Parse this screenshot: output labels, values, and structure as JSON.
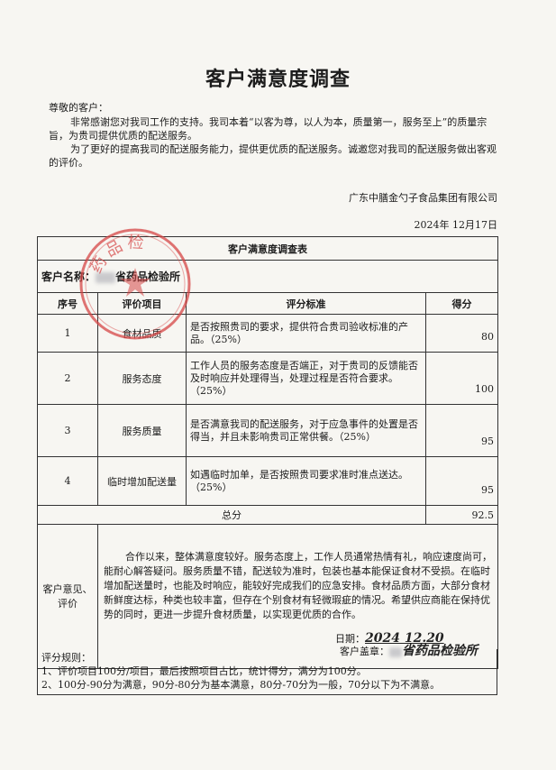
{
  "title": "客户满意度调查",
  "salutation": "尊敬的客户：",
  "intro_para1": "非常感谢您对我司工作的支持。我司本着“以客为尊，以人为本，质量第一，服务至上”的质量宗旨，为贵司提供优质的配送服务。",
  "intro_para2": "为了更好的提高我司的配送服务能力，提供更优质的配送服务。诚邀您对我司的配送服务做出客观的评价。",
  "company": "广东中膳金勺子食品集团有限公司",
  "date": "2024年  12月17日",
  "seal_text": "药品检",
  "table": {
    "caption": "客户满意度调查表",
    "customer_label": "客户名称：",
    "customer_name_visible": "省药品检验所",
    "headers": {
      "no": "序号",
      "item": "评价项目",
      "criteria": "评分标准",
      "score": "得分"
    },
    "rows": [
      {
        "no": "1",
        "item": "食材品质",
        "criteria": "是否按照贵司的要求，提供符合贵司验收标准的产品。（25%）",
        "score": "80"
      },
      {
        "no": "2",
        "item": "服务态度",
        "criteria": "工作人员的服务态度是否端正，对于贵司的反馈能否及时响应并处理得当，处理过程是否符合要求。（25%）",
        "score": "100"
      },
      {
        "no": "3",
        "item": "服务质量",
        "criteria": "是否满意我司的配送服务，对于应急事件的处置是否得当，并且未影响贵司正常供餐。（25%）",
        "score": "95"
      },
      {
        "no": "4",
        "item": "临时增加配送量",
        "criteria": "如遇临时加单，是否按照贵司要求准时准点送达。（25%）",
        "score": "95"
      }
    ],
    "total_label": "总分",
    "total": "92.5",
    "comment_label": "客户意见、评价",
    "comment_text": "合作以来，整体满意度较好。服务态度上，工作人员通常热情有礼，响应速度尚可，能耐心解答疑问。服务质量不错，配送较为准时，包装也基本能保证食材不受损。在临时增加配送量时，也能及时响应，能较好完成我们的应急安排。食材品质方面，大部分食材新鲜度达标，种类也较丰富，但存在个别食材有轻微瑕疵的情况。希望供应商能在保持优势的同时，更进一步提升食材质量，以实现更优质的合作。",
    "seal_label": "客户盖章：",
    "seal_handwriting": "省药品检验所",
    "date_label": "日期：",
    "date_handwriting": "2024  12.20"
  },
  "rules": {
    "heading": "评分规则：",
    "line1": "1、评价项目100分/项目，最后按照项目占比，统计得分，满分为100分。",
    "line2": "2、100分-90分为满意，90分-80分为基本满意，80分-70分为一般，70分以下为不满意。"
  }
}
